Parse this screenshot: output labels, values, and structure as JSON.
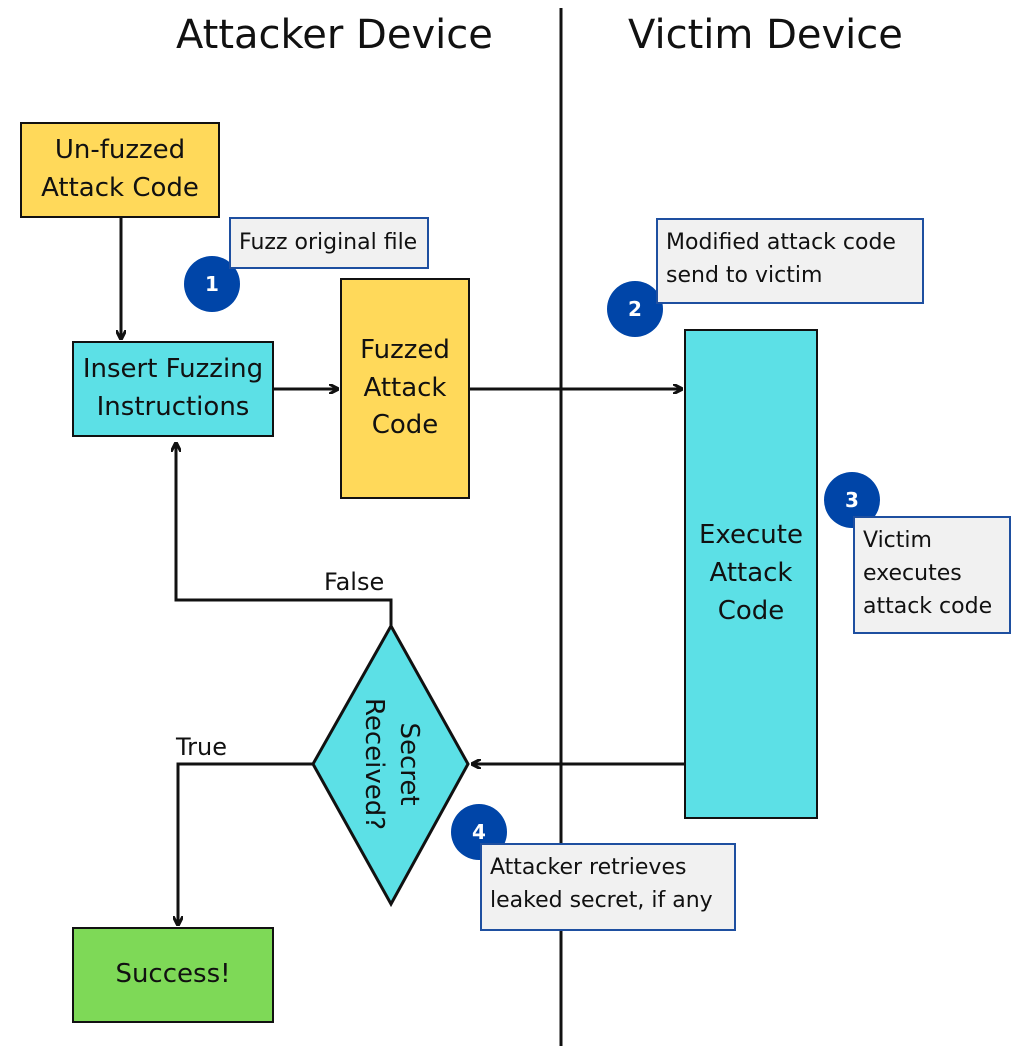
{
  "lanes": {
    "attacker_title": "Attacker Device",
    "victim_title": "Victim Device"
  },
  "nodes": {
    "unfuzzed": "Un-fuzzed Attack Code",
    "insert_fuzzing": "Insert Fuzzing Instructions",
    "fuzzed": "Fuzzed Attack Code",
    "execute": "Execute Attack Code",
    "decision": "Secret Received?",
    "success": "Success!"
  },
  "edges": {
    "false_label": "False",
    "true_label": "True"
  },
  "steps": [
    {
      "number": "1",
      "note": "Fuzz original file"
    },
    {
      "number": "2",
      "note": "Modified attack code send to victim"
    },
    {
      "number": "3",
      "note": "Victim executes attack code"
    },
    {
      "number": "4",
      "note": "Attacker retrieves leaked secret, if any"
    }
  ],
  "colors": {
    "yellow": "#ffd95a",
    "cyan": "#5ce0e6",
    "green": "#7ed957",
    "badge": "#0045a8",
    "note_border": "#1e4fa0"
  }
}
